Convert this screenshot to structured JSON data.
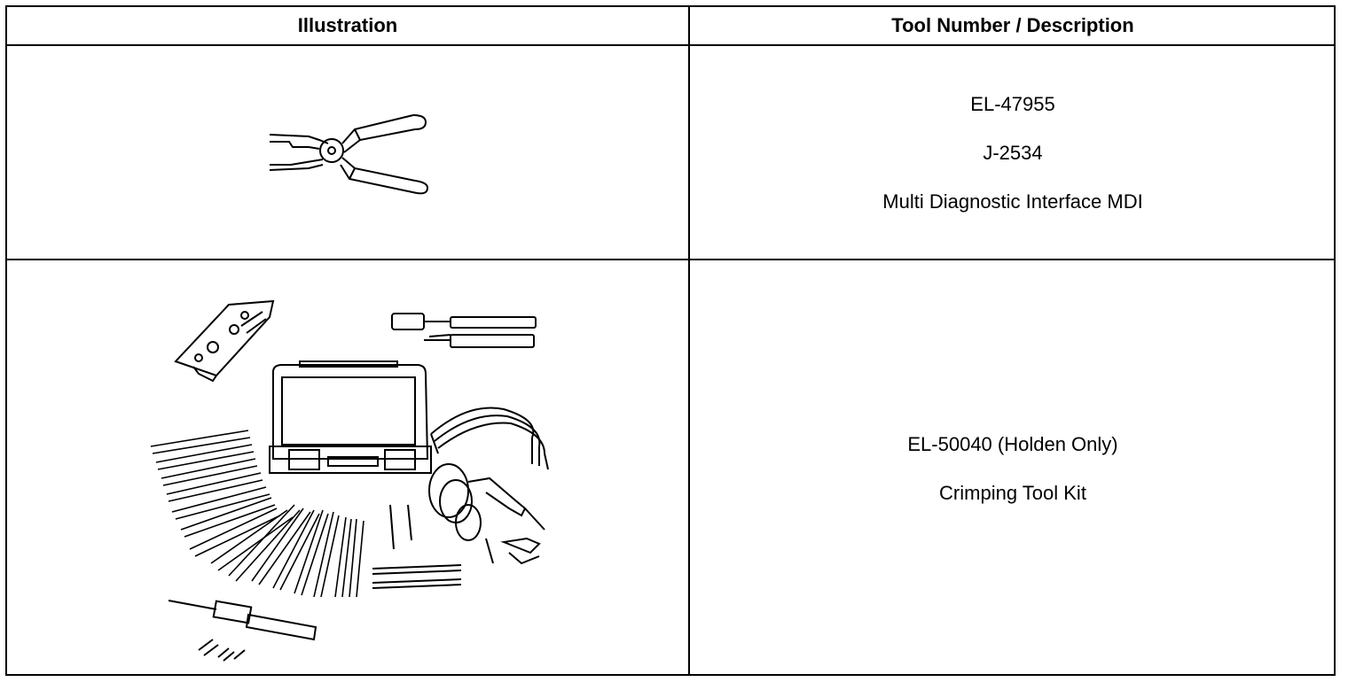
{
  "table": {
    "headers": {
      "illustration": "Illustration",
      "description": "Tool Number / Description"
    },
    "rows": [
      {
        "illustration": "connector-release-pliers-drawing",
        "lines": [
          "EL-47955",
          "J-2534",
          "Multi Diagnostic Interface MDI"
        ]
      },
      {
        "illustration": "crimping-tool-kit-drawing",
        "lines": [
          "EL-50040 (Holden Only)",
          "Crimping Tool Kit"
        ]
      }
    ]
  }
}
